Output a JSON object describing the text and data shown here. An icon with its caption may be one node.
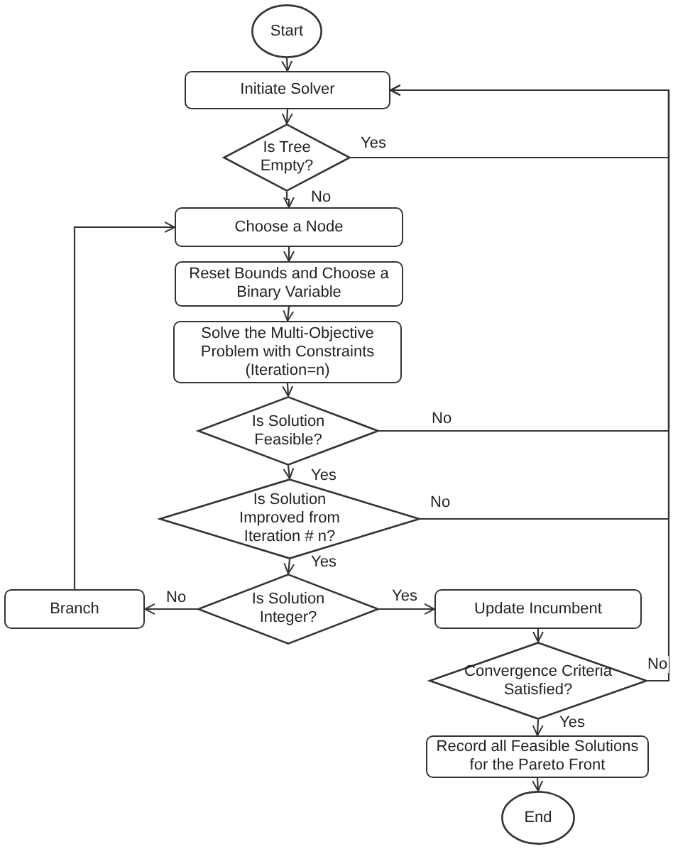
{
  "diagram": {
    "nodes": [
      {
        "text": [
          "Start"
        ]
      },
      {
        "text": [
          "Initiate Solver"
        ]
      },
      {
        "text": [
          "Is Tree Empty?"
        ]
      },
      {
        "text": [
          "Choose a Node"
        ]
      },
      {
        "text": [
          "Reset Bounds and Choose a Binary Variable"
        ]
      },
      {
        "text": [
          "Solve the Multi-Objective Problem with Constraints (Iteration=n)"
        ]
      },
      {
        "text": [
          "Is Solution Feasible?"
        ]
      },
      {
        "text": [
          "Is Solution Improved from Iteration # n?"
        ]
      },
      {
        "text": [
          "Branch"
        ]
      },
      {
        "text": [
          "Is Solution Integer?"
        ]
      },
      {
        "text": [
          "Update Incumbent"
        ]
      },
      {
        "text": [
          "Convergence Criteria Satisfied?"
        ]
      },
      {
        "text": [
          "Record all Feasible Solutions for the Pareto Front"
        ]
      },
      {
        "text": [
          "End"
        ]
      }
    ],
    "edges": [
      {
        "from": 0,
        "to": 1,
        "arrow": "to"
      },
      {
        "from": 1,
        "to": 2,
        "arrow": "to"
      },
      {
        "from": 2,
        "to": 1,
        "arrow": "to",
        "label": "Yes"
      },
      {
        "from": 2,
        "to": 3,
        "arrow": "to",
        "label": "No"
      },
      {
        "from": 3,
        "to": 4,
        "arrow": "to"
      },
      {
        "from": 4,
        "to": 5,
        "arrow": "to"
      },
      {
        "from": 5,
        "to": 6,
        "arrow": "to"
      },
      {
        "from": 6,
        "to": 1,
        "arrow": "to",
        "label": "No"
      },
      {
        "from": 6,
        "to": 7,
        "arrow": "to",
        "label": "Yes"
      },
      {
        "from": 7,
        "to": 1,
        "arrow": "to",
        "label": "No"
      },
      {
        "from": 7,
        "to": 9,
        "arrow": "to",
        "label": "Yes"
      },
      {
        "from": 9,
        "to": 8,
        "arrow": "to",
        "label": "No"
      },
      {
        "from": 9,
        "to": 10,
        "arrow": "to",
        "label": "Yes"
      },
      {
        "from": 10,
        "to": 11,
        "arrow": "to"
      },
      {
        "from": 11,
        "to": 1,
        "arrow": "to",
        "label": "No"
      },
      {
        "from": 11,
        "to": 12,
        "arrow": "to",
        "label": "Yes"
      },
      {
        "from": 12,
        "to": 13,
        "arrow": "to"
      },
      {
        "from": 8,
        "to": 3,
        "arrow": "to"
      }
    ]
  }
}
